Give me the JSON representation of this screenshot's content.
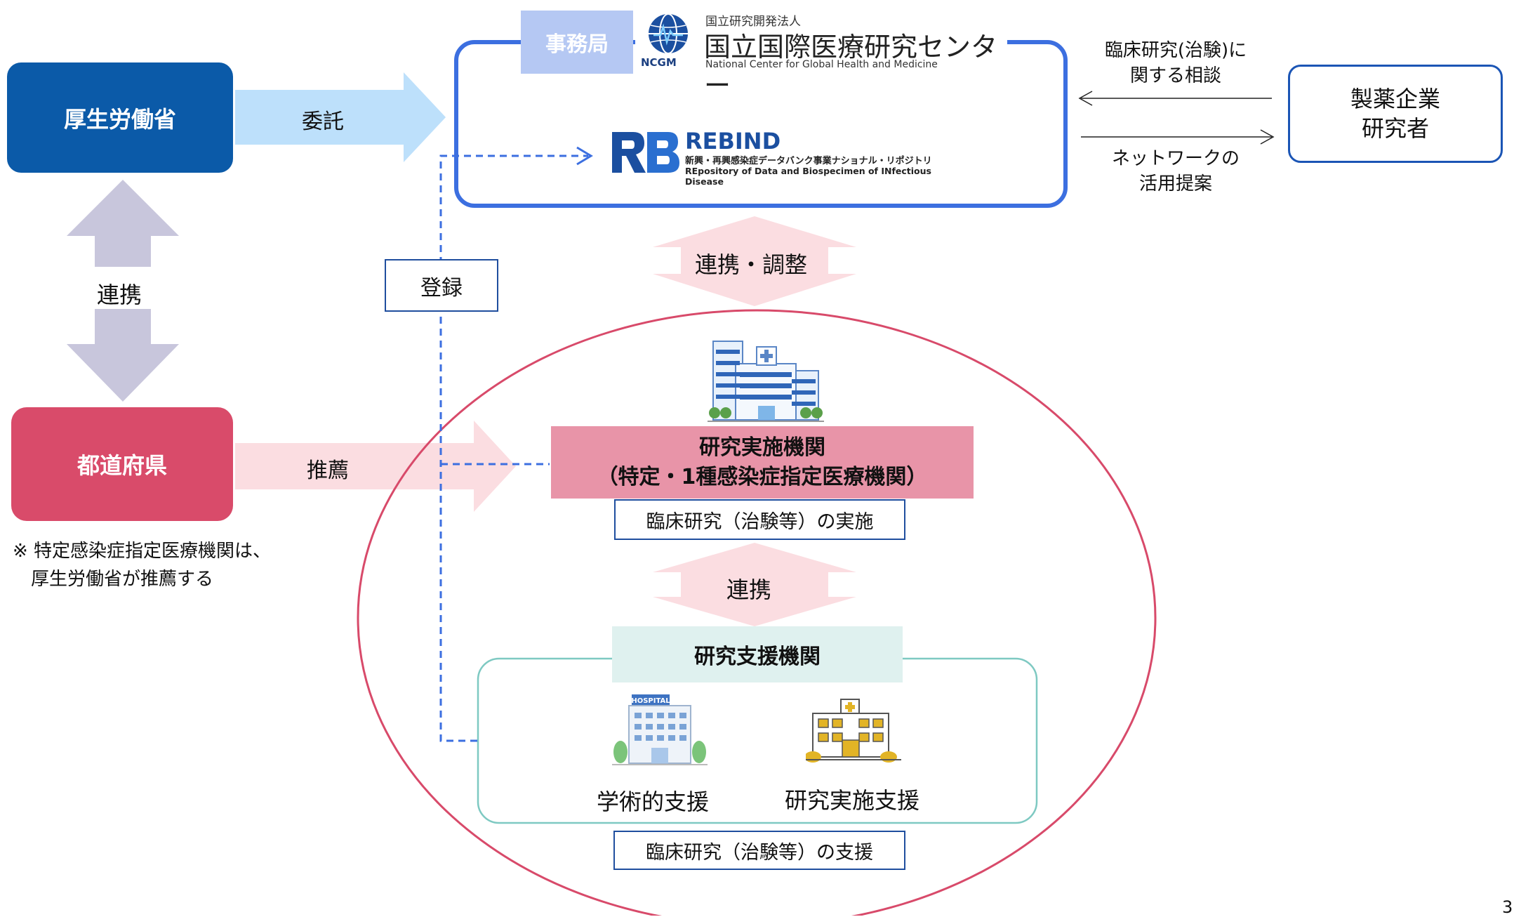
{
  "mhlw": {
    "label": "厚生労働省",
    "color": "#0b5aa8"
  },
  "prefecture": {
    "label": "都道府県",
    "color": "#d94b6a"
  },
  "arrows": {
    "entrust": "委託",
    "recommend": "推薦",
    "cooperation_left": "連携",
    "coordination": "連携・調整",
    "cooperation_mid": "連携",
    "register": "登録"
  },
  "note": {
    "line1": "※ 特定感染症指定医療機関は、",
    "line2": "　厚生労働省が推薦する"
  },
  "secretariat": {
    "label": "事務局",
    "ncgm_small": "国立研究開発法人",
    "ncgm_name": "国立国際医療研究センター",
    "ncgm_abbr": "NCGM",
    "ncgm_en": "National Center for Global Health and Medicine",
    "rebind_name": "REBIND",
    "rebind_jp": "新興・再興感染症データバンク事業ナショナル・リポジトリ",
    "rebind_en": "REpository of Data and Biospecimen of INfectious Disease"
  },
  "company": {
    "line1": "製薬企業",
    "line2": "研究者"
  },
  "consult": {
    "line1": "臨床研究(治験)に",
    "line2": "関する相談"
  },
  "network": {
    "line1": "ネットワークの",
    "line2": "活用提案"
  },
  "institution": {
    "line1": "研究実施機関",
    "line2": "（特定・1種感染症指定医療機関）",
    "activity": "臨床研究（治験等）の実施"
  },
  "support": {
    "title": "研究支援機関",
    "academic": "学術的支援",
    "implementation": "研究実施支援",
    "activity": "臨床研究（治験等）の支援",
    "hospital_sign": "HOSPITAL"
  },
  "page_number": "3"
}
